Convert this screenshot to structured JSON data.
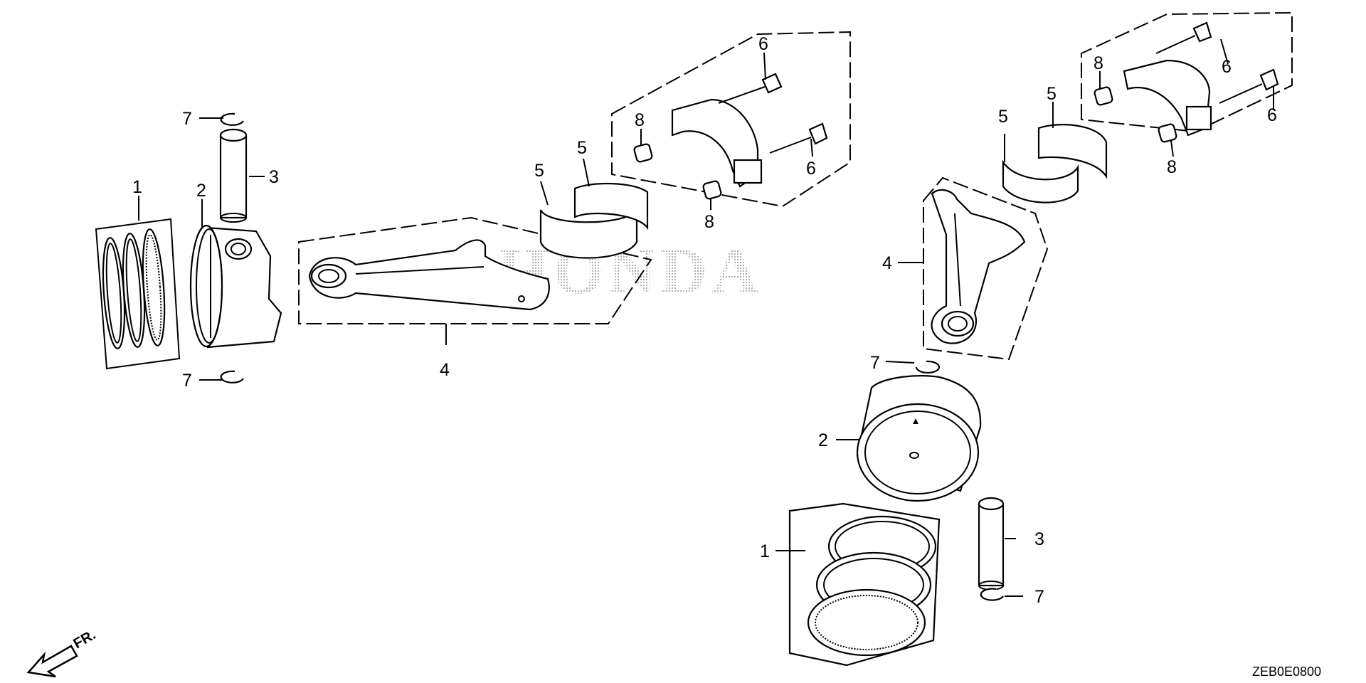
{
  "watermark": "HONDA",
  "diagram_code": "ZEB0E0800",
  "front_marker": "FR.",
  "callouts": {
    "left_rings": "1",
    "left_piston": "2",
    "left_pin": "3",
    "left_clip_top": "7",
    "left_clip_bottom": "7",
    "left_rod": "4",
    "left_bearing_a": "5",
    "left_bearing_b": "5",
    "left_bolt_top": "6",
    "left_bolt_lower": "6",
    "left_dowel_a": "8",
    "left_dowel_b": "8",
    "right_bolt_a": "6",
    "right_bolt_b": "6",
    "right_dowel_a": "8",
    "right_dowel_b": "8",
    "right_bearing_a": "5",
    "right_bearing_b": "5",
    "right_rod": "4",
    "right_clip_top": "7",
    "right_piston": "2",
    "right_rings": "1",
    "right_pin": "3",
    "right_clip_bottom": "7"
  }
}
